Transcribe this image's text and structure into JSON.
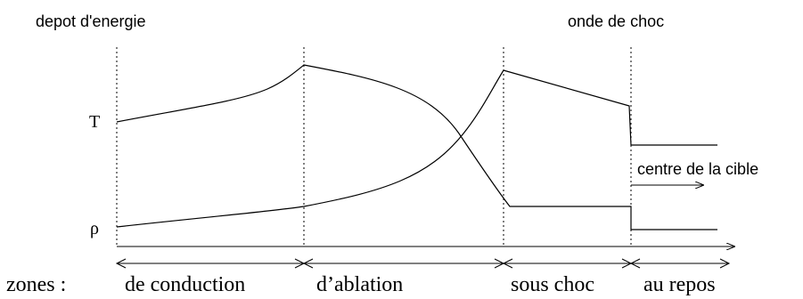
{
  "labels": {
    "top_left": "depot d'energie",
    "top_right": "onde de choc",
    "temperature": "T",
    "density": "ρ",
    "arrow_caption": "centre de la cible"
  },
  "zones": {
    "prefix": "zones :",
    "items": [
      "de conduction",
      "d’ablation",
      "sous choc",
      "au repos"
    ]
  }
}
